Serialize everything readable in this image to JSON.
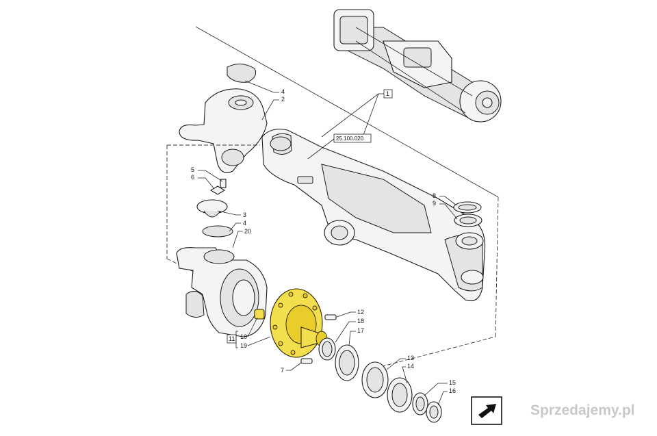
{
  "diagram": {
    "assembly_ref": "25.100.020",
    "watermark": "Sprzedajemy.pl",
    "highlight_color": "#f3df4d",
    "callouts": {
      "c1": "1",
      "c2": "2",
      "c3": "3",
      "c4a": "4",
      "c4b": "4",
      "c5": "5",
      "c6": "6",
      "c7": "7",
      "c8": "8",
      "c9": "9",
      "c10": "10",
      "c11": "11",
      "c12": "12",
      "c13": "13",
      "c14": "14",
      "c15": "15",
      "c16": "16",
      "c17": "17",
      "c18": "18",
      "c19": "19",
      "c20": "20"
    },
    "nav_icon": "arrow-icon"
  }
}
